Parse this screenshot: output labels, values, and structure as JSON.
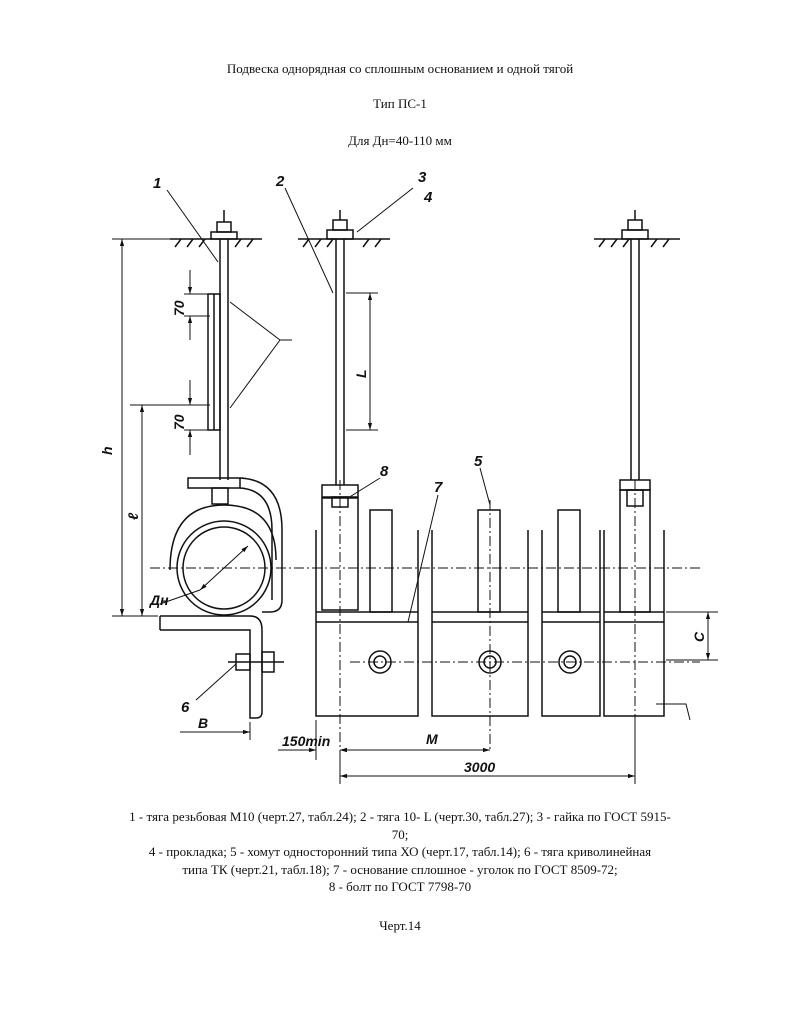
{
  "header": {
    "title": "Подвеска однорядная со сплошным основанием и одной тягой",
    "type": "Тип ПС-1",
    "range": "Для Дн=40-110 мм"
  },
  "drawing": {
    "callouts": [
      "1",
      "2",
      "3",
      "4",
      "5",
      "6",
      "7",
      "8"
    ],
    "dims": {
      "h": "h",
      "l": "ℓ",
      "L": "L",
      "d70_top": "70",
      "d70_bottom": "70",
      "dn": "Дн",
      "b": "в",
      "b2": "B",
      "c": "C",
      "m": "M",
      "min": "150min",
      "len": "3000"
    }
  },
  "caption": {
    "line1": "1 - тяга резьбовая М10 (черт.27, табл.24); 2 - тяга 10- L (черт.30, табл.27); 3 - гайка по ГОСТ 5915-",
    "line2": "70;",
    "line3": "4 - прокладка; 5 - хомут односторонний типа ХО (черт.17, табл.14); 6 - тяга криволинейная",
    "line4": "типа ТК (черт.21, табл.18); 7 - основание сплошное - уголок по ГОСТ 8509-72;",
    "line5": "8 - болт по ГОСТ 7798-70"
  },
  "footer": {
    "figure": "Черт.14"
  }
}
